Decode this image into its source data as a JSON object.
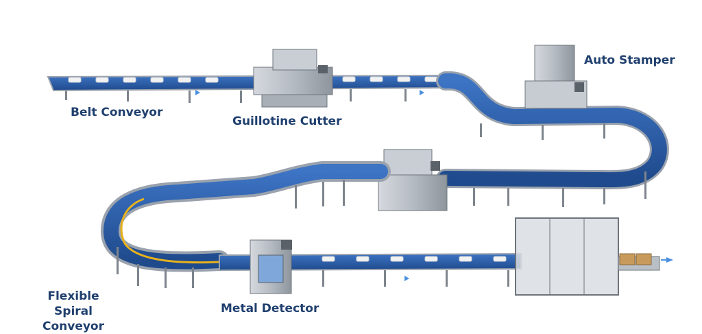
{
  "labels": {
    "belt_conveyor": "Belt Conveyor",
    "guillotine_cutter": "Guillotine Cutter",
    "auto_stamper": "Auto Stamper",
    "flexible_spiral_conveyor": "Flexible Spiral Conveyor",
    "metal_detector": "Metal Detector"
  },
  "colors": {
    "belt": "#2e5fa8",
    "belt_edge": "#9aa2ad",
    "machine": "#bfc4ca",
    "machine_dark": "#7d848c",
    "label": "#1f3f6e",
    "accent_rail": "#e8b21c",
    "arrow": "#4a8fe0"
  }
}
